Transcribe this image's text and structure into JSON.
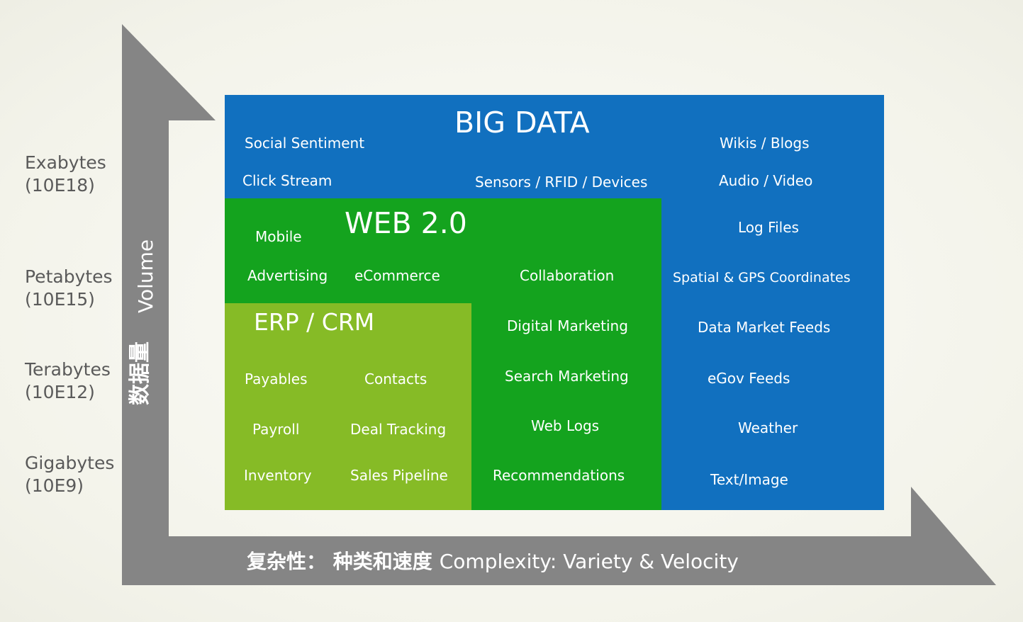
{
  "scale": [
    {
      "name": "Exabytes",
      "exp": "(10E18)"
    },
    {
      "name": "Petabytes",
      "exp": "(10E15)"
    },
    {
      "name": "Terabytes",
      "exp": "(10E12)"
    },
    {
      "name": "Gigabytes",
      "exp": "(10E9)"
    }
  ],
  "axis": {
    "volume_en": "Volume",
    "volume_cn": "数据量",
    "complexity_cn": "复杂性： 种类和速度",
    "complexity_en": "Complexity: Variety & Velocity"
  },
  "big_data": {
    "title": "BIG DATA",
    "items": [
      "Social Sentiment",
      "Click Stream",
      "Sensors / RFID / Devices",
      "Wikis / Blogs",
      "Audio / Video",
      "Log Files",
      "Spatial & GPS Coordinates",
      "Data Market Feeds",
      "eGov Feeds",
      "Weather",
      "Text/Image"
    ]
  },
  "web20": {
    "title": "WEB 2.0",
    "items": [
      "Mobile",
      "Advertising",
      "eCommerce",
      "Collaboration",
      "Digital Marketing",
      "Search Marketing",
      "Web Logs",
      "Recommendations"
    ]
  },
  "erp": {
    "title": "ERP / CRM",
    "items": [
      "Payables",
      "Contacts",
      "Payroll",
      "Deal Tracking",
      "Inventory",
      "Sales Pipeline"
    ]
  },
  "colors": {
    "arrow": "#858585",
    "big_data": "#1170bf",
    "web20": "#14a31e",
    "erp": "#86bb26"
  }
}
